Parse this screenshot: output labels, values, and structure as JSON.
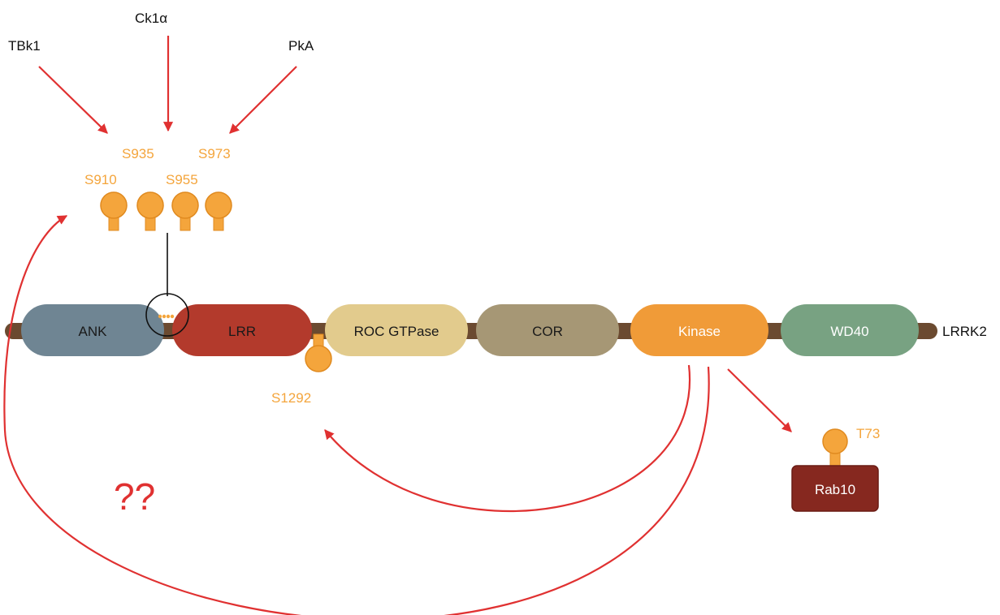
{
  "upstream_kinases": {
    "tbk1": "TBk1",
    "ck1a": "Ck1α",
    "pka": "PkA"
  },
  "phospho_sites": {
    "s935": "S935",
    "s973": "S973",
    "s910": "S910",
    "s955": "S955",
    "s1292": "S1292",
    "t73": "T73"
  },
  "domains": {
    "ank": "ANK",
    "lrr": "LRR",
    "roc": "ROC GTPase",
    "cor": "COR",
    "kinase": "Kinase",
    "wd40": "WD40"
  },
  "protein_name": "LRRK2",
  "substrate_name": "Rab10",
  "unknown_mark": "??",
  "colors": {
    "arrow": "#E03131",
    "backbone": "#6B4A30",
    "phospho": "#F4A53C",
    "ank": "#6F8593",
    "lrr": "#B33A2C",
    "roc": "#E2CB8D",
    "cor": "#A69775",
    "kinase": "#F09B38",
    "wd40": "#78A282",
    "rab10": "#86281F"
  }
}
